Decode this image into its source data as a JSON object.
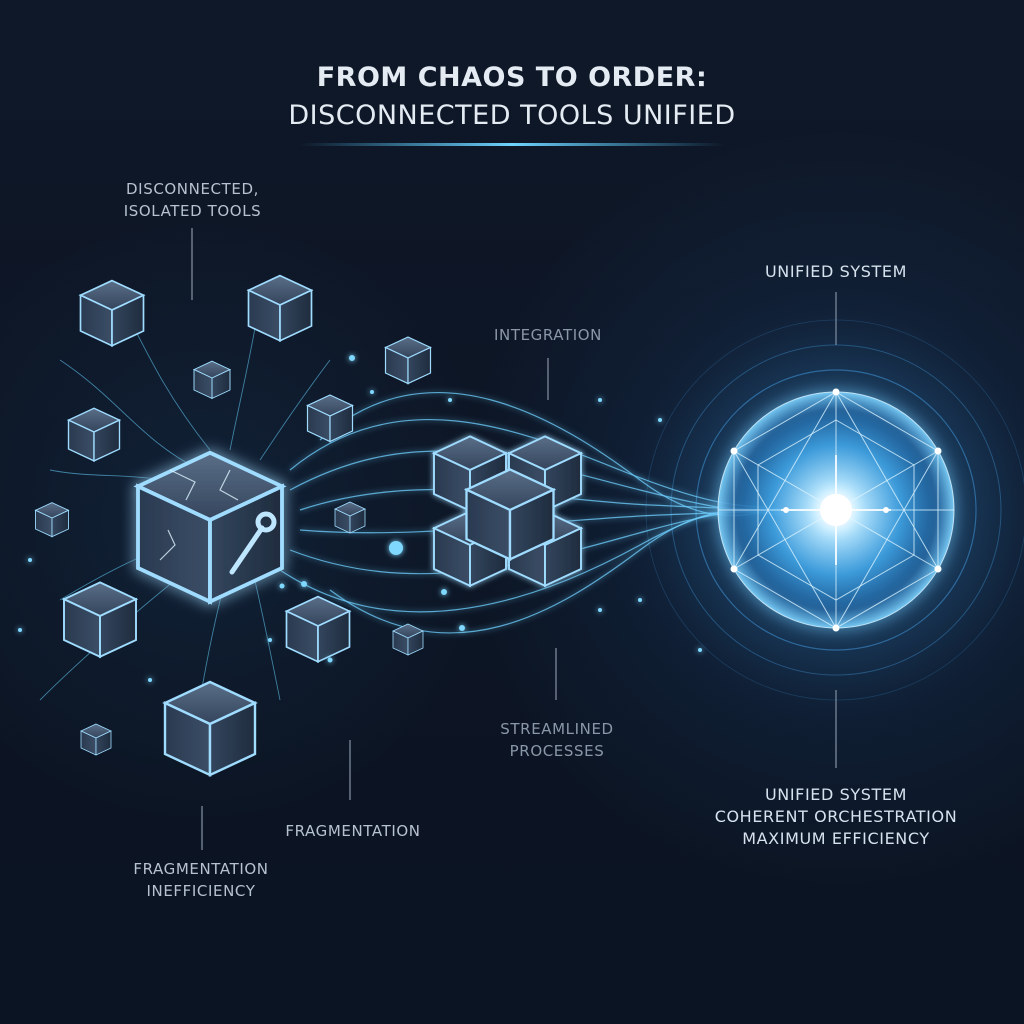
{
  "title": {
    "line1": "FROM CHAOS TO ORDER:",
    "line2": "DISCONNECTED TOOLS UNIFIED"
  },
  "labels": {
    "disconnected_line1": "DISCONNECTED,",
    "disconnected_line2": "ISOLATED TOOLS",
    "integration": "INTEGRATION",
    "unified_system_top": "UNIFIED SYSTEM",
    "streamlined_line1": "STREAMLINED",
    "streamlined_line2": "PROCESSES",
    "fragmentation": "FRAGMENTATION",
    "fragmentation_inefficiency_line1": "FRAGMENTATION",
    "fragmentation_inefficiency_line2": "INEFFICIENCY",
    "unified_bottom_line1": "UNIFIED SYSTEM",
    "unified_bottom_line2": "COHERENT ORCHESTRATION",
    "unified_bottom_line3": "MAXIMUM EFFICIENCY"
  },
  "icons": {
    "chaos_cubes": "broken-tool-cube-icon",
    "integration_cluster": "assembled-cube-cluster-icon",
    "unified_sphere": "network-sphere-icon"
  },
  "colors": {
    "background": "#0d1626",
    "accent_glow": "#4fc3f7",
    "text": "#b6c2d0"
  }
}
